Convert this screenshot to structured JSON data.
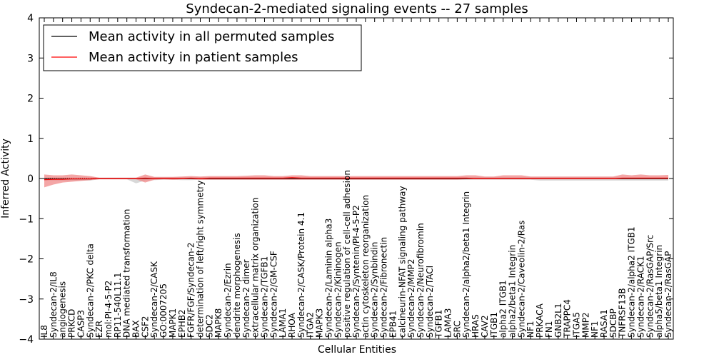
{
  "chart_data": {
    "type": "line",
    "title": "Syndecan-2-mediated signaling events -- 27 samples",
    "xlabel": "Cellular Entities",
    "ylabel": "Inferred Activity",
    "ylim": [
      -4,
      4
    ],
    "yticks": [
      -4,
      -3,
      -2,
      -1,
      0,
      1,
      2,
      3,
      4
    ],
    "ytick_labels": [
      "−4",
      "−3",
      "−2",
      "−1",
      "0",
      "1",
      "2",
      "3",
      "4"
    ],
    "grid": false,
    "legend_position": "top-left",
    "colors": {
      "permuted": "#000000",
      "patient": "#ff0000",
      "patient_band": "#f08080",
      "permuted_band": "#c8c8c8"
    },
    "categories": [
      "IL8",
      "Syndecan-2/IL8",
      "angiogenesis",
      "PRKCD",
      "CASP3",
      "Syndecan-2/PKC delta",
      "EZR",
      "mol:PI-4-5-P2",
      "RP11-540L11.1",
      "DNA mediated transformation",
      "BAX",
      "CSF2",
      "Syndecan-2/CASK",
      "GO:0007205",
      "MAPK1",
      "EPHB2",
      "FGFR/FGF/Syndecan-2",
      "determination of left/right symmetry",
      "SDC2",
      "MAPK8",
      "Syndecan-2/Ezrin",
      "dendrite morphogenesis",
      "Syndecan-2 dimer",
      "extracellular matrix organization",
      "Syndecan-2/TGFB1",
      "Syndecan-2/GM-CSF",
      "LAMA1",
      "RHOA",
      "Syndecan-2/CASK/Protein 4.1",
      "ITGA2",
      "MAPK3",
      "Syndecan-2/Laminin alpha3",
      "Syndecan-2/Kininogen",
      "positive regulation of cell-cell adhesion",
      "Syndecan-2/Syntenin/PI-4-5-P2",
      "actin cytoskeleton reorganization",
      "Syndecan-2/Synbindin",
      "Syndecan-2/Fibronectin",
      "EPB41",
      "calcineurin-NFAT signaling pathway",
      "Syndecan-2/MMP2",
      "Syndecan-2/Neurofibromin",
      "Syndecan-2/TACI",
      "TGFB1",
      "LAMA3",
      "SRC",
      "Syndecan-2/alpha2/beta1 Integrin",
      "HRAS",
      "CAV2",
      "ITGB1",
      "alpha2 ITGB1",
      "alpha2/beta1 Integrin",
      "Syndecan-2/Caveolin-2/Ras",
      "NF1",
      "PRKACA",
      "FN1",
      "GNB2L1",
      "TRAPPC4",
      "ITGA5",
      "MMP2",
      "NF1",
      "RASA1",
      "SDCBP",
      "TNFRSF13B",
      "Syndecan-2/alpha2 ITGB1",
      "Syndecan-2/RACK1",
      "Syndecan-2/RasGAP/Src",
      "alpha5/beta1 Integrin",
      "Syndecan-2/RasGAP"
    ],
    "series": [
      {
        "name": "Mean activity in all permuted samples",
        "values": [
          -0.01,
          -0.01,
          -0.01,
          -0.01,
          -0.01,
          -0.01,
          0.0,
          0.0,
          0.0,
          0.0,
          0.0,
          0.0,
          0.0,
          0.0,
          0.0,
          0.0,
          0.0,
          0.0,
          0.0,
          0.0,
          0.0,
          0.0,
          0.0,
          0.0,
          0.0,
          0.0,
          0.0,
          0.0,
          0.0,
          0.0,
          0.0,
          0.0,
          0.0,
          0.0,
          0.0,
          0.0,
          0.0,
          0.0,
          0.0,
          0.0,
          0.0,
          0.0,
          0.0,
          0.0,
          0.0,
          0.0,
          0.0,
          0.0,
          0.0,
          0.0,
          0.0,
          0.0,
          0.0,
          0.0,
          0.0,
          0.0,
          0.0,
          0.0,
          0.0,
          0.0,
          0.0,
          0.0,
          0.0,
          0.0,
          0.0,
          0.0,
          0.0,
          0.0,
          0.0
        ],
        "lower": [
          -0.05,
          -0.05,
          -0.05,
          -0.05,
          -0.05,
          -0.05,
          -0.02,
          -0.02,
          -0.02,
          -0.02,
          -0.12,
          -0.05,
          -0.04,
          -0.03,
          -0.03,
          -0.04,
          -0.04,
          -0.03,
          -0.03,
          -0.03,
          -0.03,
          -0.03,
          -0.03,
          -0.03,
          -0.03,
          -0.03,
          -0.03,
          -0.03,
          -0.03,
          -0.03,
          -0.03,
          -0.03,
          -0.03,
          -0.03,
          -0.03,
          -0.03,
          -0.03,
          -0.03,
          -0.03,
          -0.03,
          -0.03,
          -0.03,
          -0.03,
          -0.03,
          -0.03,
          -0.03,
          -0.03,
          -0.03,
          -0.03,
          -0.03,
          -0.03,
          -0.03,
          -0.03,
          -0.03,
          -0.05,
          -0.05,
          -0.05,
          -0.05,
          -0.05,
          -0.05,
          -0.05,
          -0.05,
          -0.05,
          -0.05,
          -0.05,
          -0.05,
          -0.05,
          -0.05,
          -0.05
        ],
        "upper": [
          0.03,
          0.03,
          0.03,
          0.03,
          0.03,
          0.03,
          0.02,
          0.02,
          0.02,
          0.02,
          0.02,
          0.03,
          0.03,
          0.03,
          0.03,
          0.03,
          0.03,
          0.03,
          0.03,
          0.03,
          0.03,
          0.03,
          0.03,
          0.03,
          0.03,
          0.03,
          0.03,
          0.03,
          0.03,
          0.03,
          0.03,
          0.03,
          0.03,
          0.03,
          0.03,
          0.03,
          0.03,
          0.03,
          0.03,
          0.03,
          0.03,
          0.03,
          0.03,
          0.03,
          0.03,
          0.03,
          0.03,
          0.03,
          0.03,
          0.03,
          0.03,
          0.03,
          0.03,
          0.03,
          0.03,
          0.03,
          0.03,
          0.03,
          0.03,
          0.03,
          0.03,
          0.03,
          0.03,
          0.03,
          0.03,
          0.03,
          0.03,
          0.03,
          0.03
        ]
      },
      {
        "name": "Mean activity in patient samples",
        "values": [
          -0.03,
          -0.02,
          -0.02,
          -0.01,
          -0.01,
          -0.01,
          0.0,
          0.0,
          0.0,
          0.0,
          0.0,
          0.01,
          0.0,
          0.0,
          0.0,
          0.0,
          0.01,
          0.0,
          0.01,
          0.01,
          0.01,
          0.01,
          0.01,
          0.01,
          0.01,
          0.01,
          0.01,
          0.02,
          0.01,
          0.01,
          0.01,
          0.01,
          0.01,
          0.01,
          0.01,
          0.01,
          0.01,
          0.01,
          0.01,
          0.01,
          0.01,
          0.01,
          0.01,
          0.01,
          0.01,
          0.01,
          0.01,
          0.0,
          0.0,
          0.0,
          0.0,
          0.0,
          0.0,
          0.0,
          0.0,
          0.0,
          0.0,
          0.0,
          0.0,
          0.0,
          0.0,
          0.0,
          0.0,
          0.01,
          0.01,
          0.01,
          0.01,
          0.01,
          0.01
        ],
        "lower": [
          -0.22,
          -0.15,
          -0.1,
          -0.08,
          -0.06,
          -0.04,
          -0.02,
          -0.02,
          -0.02,
          -0.02,
          -0.02,
          -0.1,
          -0.03,
          -0.02,
          -0.03,
          -0.02,
          -0.02,
          -0.03,
          -0.03,
          -0.03,
          -0.03,
          -0.03,
          -0.03,
          -0.03,
          -0.03,
          -0.03,
          -0.03,
          -0.03,
          -0.03,
          -0.03,
          -0.03,
          -0.03,
          -0.03,
          -0.03,
          -0.03,
          -0.03,
          -0.03,
          -0.03,
          -0.03,
          -0.03,
          -0.03,
          -0.03,
          -0.03,
          -0.03,
          -0.03,
          -0.03,
          -0.02,
          -0.02,
          -0.02,
          -0.02,
          -0.02,
          -0.02,
          -0.02,
          -0.02,
          -0.02,
          -0.02,
          -0.02,
          -0.02,
          -0.02,
          -0.02,
          -0.02,
          -0.02,
          -0.02,
          -0.02,
          -0.02,
          -0.02,
          -0.02,
          -0.02,
          -0.02
        ],
        "upper": [
          0.1,
          0.08,
          0.08,
          0.1,
          0.08,
          0.06,
          0.02,
          0.02,
          0.02,
          0.02,
          0.02,
          0.1,
          0.04,
          0.04,
          0.04,
          0.05,
          0.06,
          0.05,
          0.06,
          0.06,
          0.06,
          0.06,
          0.07,
          0.08,
          0.08,
          0.06,
          0.06,
          0.08,
          0.08,
          0.06,
          0.06,
          0.06,
          0.06,
          0.06,
          0.06,
          0.06,
          0.06,
          0.06,
          0.06,
          0.06,
          0.06,
          0.06,
          0.06,
          0.06,
          0.06,
          0.06,
          0.08,
          0.08,
          0.05,
          0.05,
          0.08,
          0.08,
          0.08,
          0.05,
          0.05,
          0.05,
          0.05,
          0.05,
          0.05,
          0.05,
          0.05,
          0.05,
          0.05,
          0.1,
          0.08,
          0.1,
          0.08,
          0.08,
          0.09
        ]
      }
    ]
  }
}
